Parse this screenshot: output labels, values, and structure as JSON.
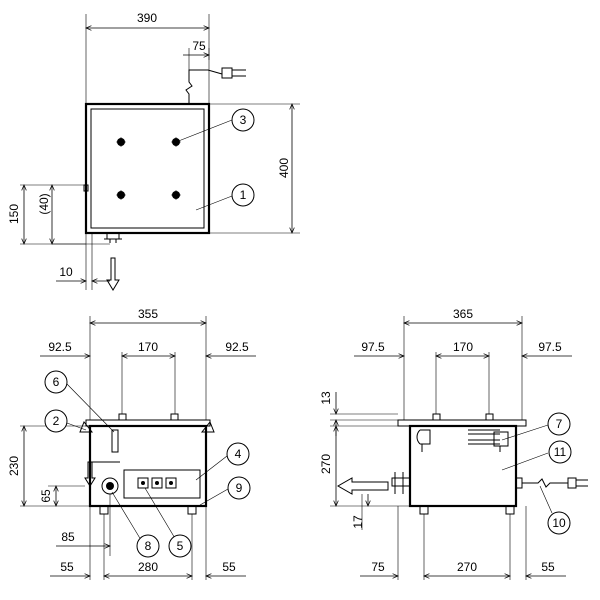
{
  "top_view": {
    "width": "390",
    "cord_offset": "75",
    "depth": "400",
    "left_offset": "150",
    "left_inner": "(40)",
    "bottom_offset": "10"
  },
  "front_view": {
    "overall": "355",
    "left_margin": "92.5",
    "center": "170",
    "right_margin": "92.5",
    "height": "230",
    "low_height": "65",
    "drain_offset": "85",
    "foot_left": "55",
    "foot_span": "280",
    "foot_right": "55"
  },
  "side_view": {
    "overall": "365",
    "left_margin": "97.5",
    "center": "170",
    "right_margin": "97.5",
    "lid": "13",
    "height": "270",
    "outlet": "17",
    "foot_left": "75",
    "foot_span": "270",
    "foot_right": "55"
  },
  "callouts": [
    "1",
    "2",
    "3",
    "4",
    "5",
    "6",
    "7",
    "8",
    "9",
    "10",
    "11"
  ]
}
